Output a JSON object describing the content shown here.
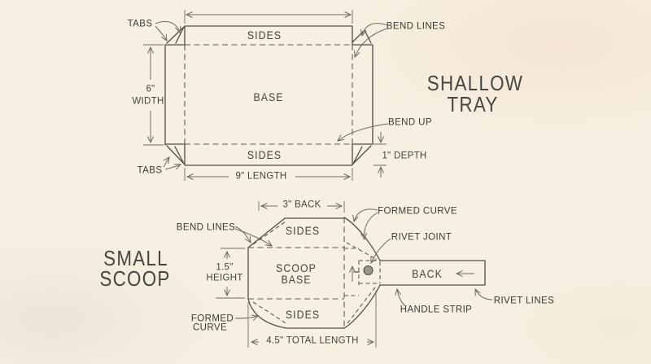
{
  "colors": {
    "background": "#f7f0e2",
    "outline": "#4f4e46",
    "dimension_line": "#6e6b60",
    "text": "#3b3a32",
    "title": "#47463f",
    "rivet_fill": "#9b978c"
  },
  "tray": {
    "title": {
      "line1": "SHALLOW",
      "line2": "TRAY"
    },
    "parts": {
      "sides_top": "SIDES",
      "base": "BASE",
      "sides_bottom": "SIDES"
    },
    "callouts": {
      "tabs_top": "TABS",
      "bend_lines": "BEND LINES",
      "bend_up": "BEND UP",
      "tabs_bottom": "TABS"
    },
    "dimensions": {
      "width_value": "6\"",
      "width_label": "WIDTH",
      "length": "9\" LENGTH",
      "depth": "1\" DEPTH"
    }
  },
  "scoop": {
    "title": {
      "line1": "SMALL",
      "line2": "SCOOP"
    },
    "parts": {
      "sides_top": "SIDES",
      "base_line1": "SCOOP",
      "base_line2": "BASE",
      "sides_bottom": "SIDES",
      "back": "BACK"
    },
    "callouts": {
      "bend_lines": "BEND LINES",
      "formed_curve_top": "FORMED CURVE",
      "rivet_joint": "RIVET JOINT",
      "rivet_lines": "RIVET LINES",
      "handle_strip": "HANDLE STRIP",
      "formed_curve_bottom_line1": "FORMED",
      "formed_curve_bottom_line2": "CURVE"
    },
    "dimensions": {
      "back": "3\" BACK",
      "height_value": "1.5\"",
      "height_label": "HEIGHT",
      "total_length": "4.5\" TOTAL LENGTH"
    }
  }
}
